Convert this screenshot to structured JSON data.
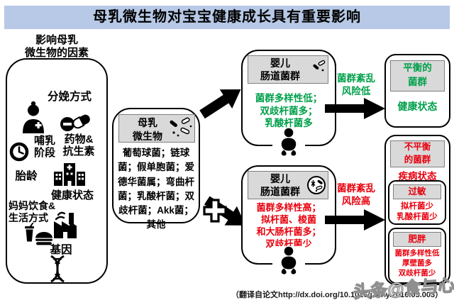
{
  "title": "母乳微生物对宝宝健康成长具有重要影响",
  "colors": {
    "title_bg": "#b7c9e6",
    "header_bg": "#d9d9d9",
    "green": "#00a04a",
    "red": "#e8000d"
  },
  "factors": {
    "header": [
      "影响母乳",
      "微生物的因素"
    ],
    "items": [
      {
        "label": "分娩方式",
        "icon": "doctor-icon"
      },
      {
        "label": [
          "药物&",
          "抗生素"
        ],
        "icon": "pills-icon"
      },
      {
        "label": [
          "哺乳",
          "阶段"
        ],
        "icon": "clock-icon"
      },
      {
        "label": "胎龄",
        "icon": "none"
      },
      {
        "label": "健康状态",
        "icon": "hospital-icon"
      },
      {
        "label": [
          "妈妈饮食&",
          "生活方式"
        ],
        "icon": "fastfood-icon,factory-icon"
      },
      {
        "label": "基因",
        "icon": "dna-icon"
      }
    ]
  },
  "milk": {
    "header": [
      "母乳",
      "微生物"
    ],
    "header_icon": "bacteria-scatter-icon",
    "body": "葡萄球菌；链球菌；假单胞菌；爱德华菌属；弯曲杆菌；乳酸杆菌；双歧杆菌；Akk菌；其他"
  },
  "gut_good": {
    "header": [
      "婴儿",
      "肠道菌群"
    ],
    "header_icon": "bacteria-mini-icon",
    "lines": [
      "菌群多样性低；",
      "双歧杆菌多；",
      "乳酸杆菌多"
    ],
    "footer_icon": "baby-icon"
  },
  "gut_bad": {
    "header": [
      "婴儿",
      "肠道菌群"
    ],
    "header_icon": "bacteria-dish-icon",
    "lines": [
      "菌群多样性高；",
      "拟杆菌、梭菌",
      "和大肠杆菌多；",
      "双歧杆菌少"
    ],
    "footer_icon": "baby-icon"
  },
  "risk_low": {
    "lines": [
      "菌群紊乱",
      "风险低"
    ]
  },
  "risk_high": {
    "lines": [
      "菌群紊乱",
      "风险高"
    ]
  },
  "outcome_good": {
    "header": [
      "平衡的",
      "菌群"
    ],
    "state": "健康状态"
  },
  "outcome_bad": {
    "header": [
      "不平衡",
      "的菌群"
    ],
    "state": "疾病状态",
    "allergy": {
      "title": "过敏",
      "lines": [
        "拟杆菌少",
        "乳酸杆菌少"
      ]
    },
    "obesity": {
      "title": "肥胖",
      "lines": [
        "菌群多样性低",
        "厚壁菌多",
        "双歧杆菌少"
      ]
    }
  },
  "footer": {
    "citation": "（翻译自论文http://dx.doi.org/10.1016/j.siny.2016.05.003）",
    "watermark": "头条@食与心"
  }
}
